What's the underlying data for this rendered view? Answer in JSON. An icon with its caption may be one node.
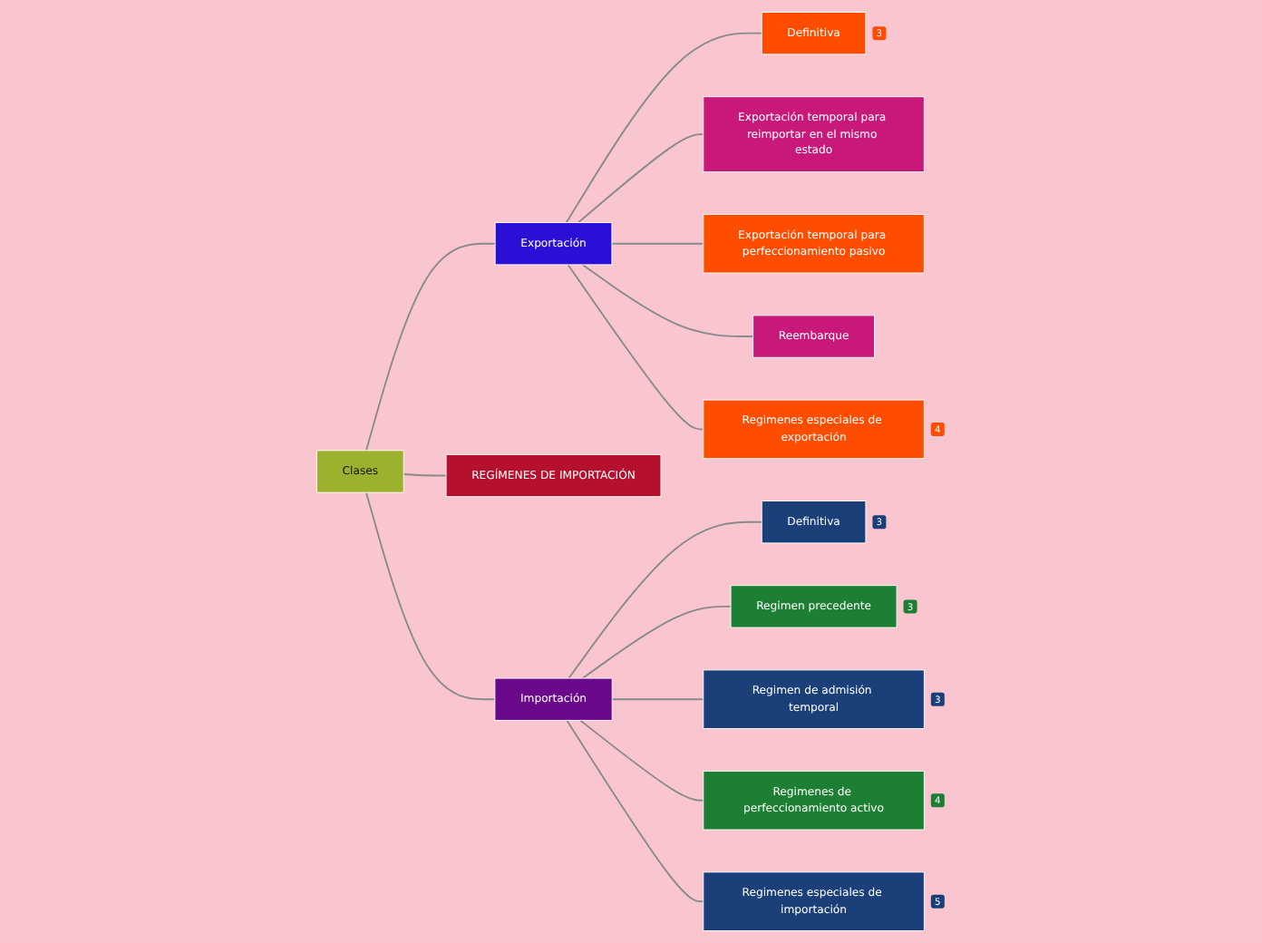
{
  "diagram": {
    "nodes": [
      {
        "text": [
          "Clases"
        ]
      },
      {
        "text": [
          "REGÍMENES DE IMPORTACIÓN"
        ]
      },
      {
        "text": [
          "Exportación"
        ]
      },
      {
        "text": [
          "Definitiva"
        ],
        "beside": [
          "3"
        ]
      },
      {
        "text": [
          "Exportación temporal para reimportar en el mismo estado"
        ]
      },
      {
        "text": [
          "Exportación temporal para perfeccionamiento pasivo"
        ]
      },
      {
        "text": [
          "Reembarque"
        ]
      },
      {
        "text": [
          "Regimenes especiales de exportación"
        ],
        "beside": [
          "4"
        ]
      },
      {
        "text": [
          "Importación"
        ]
      },
      {
        "text": [
          "Definitiva"
        ],
        "beside": [
          "3"
        ]
      },
      {
        "text": [
          "Regimen precedente"
        ],
        "beside": [
          "3"
        ]
      },
      {
        "text": [
          "Regimen de admisión temporal"
        ],
        "beside": [
          "3"
        ]
      },
      {
        "text": [
          "Regimenes de perfeccionamiento activo"
        ],
        "beside": [
          "4"
        ]
      },
      {
        "text": [
          "Regimenes especiales de importación"
        ],
        "beside": [
          "5"
        ]
      }
    ],
    "edges": [
      {
        "from": 0,
        "to": 1,
        "arrow": "none"
      },
      {
        "from": 0,
        "to": 2,
        "arrow": "none"
      },
      {
        "from": 2,
        "to": 3,
        "arrow": "none"
      },
      {
        "from": 2,
        "to": 4,
        "arrow": "none"
      },
      {
        "from": 2,
        "to": 5,
        "arrow": "none"
      },
      {
        "from": 2,
        "to": 6,
        "arrow": "none"
      },
      {
        "from": 2,
        "to": 7,
        "arrow": "none"
      },
      {
        "from": 0,
        "to": 8,
        "arrow": "none"
      },
      {
        "from": 8,
        "to": 9,
        "arrow": "none"
      },
      {
        "from": 8,
        "to": 10,
        "arrow": "none"
      },
      {
        "from": 8,
        "to": 11,
        "arrow": "none"
      },
      {
        "from": 8,
        "to": 12,
        "arrow": "none"
      },
      {
        "from": 8,
        "to": 13,
        "arrow": "none"
      }
    ]
  }
}
